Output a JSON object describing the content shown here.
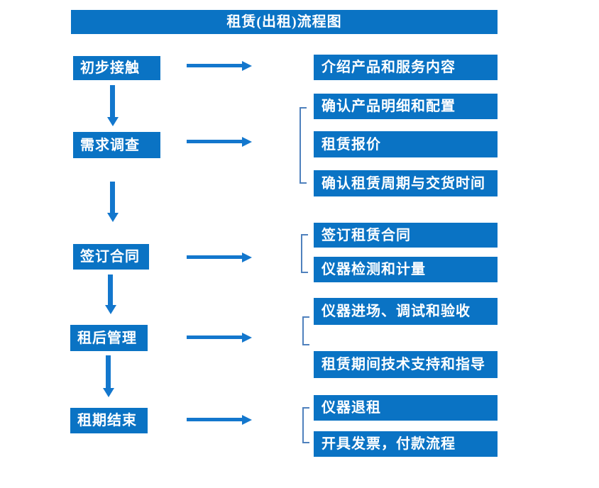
{
  "title": "租赁(出租)流程图",
  "stages": [
    {
      "label": "初步接触",
      "details": [
        "介绍产品和服务内容"
      ]
    },
    {
      "label": "需求调查",
      "details": [
        "确认产品明细和配置",
        "租赁报价",
        "确认租赁周期与交货时间"
      ]
    },
    {
      "label": "签订合同",
      "details": [
        "签订租赁合同",
        "仪器检测和计量"
      ]
    },
    {
      "label": "租后管理",
      "details": [
        "仪器进场、调试和验收",
        "租赁期间技术支持和指导"
      ]
    },
    {
      "label": "租期结束",
      "details": [
        "仪器退租",
        "开具发票，付款流程"
      ]
    }
  ],
  "colors": {
    "box_blue": "#0a73c4",
    "arrow_blue": "#1377cd",
    "bracket_blue": "#4f81bd",
    "text_white": "#ffffff"
  }
}
